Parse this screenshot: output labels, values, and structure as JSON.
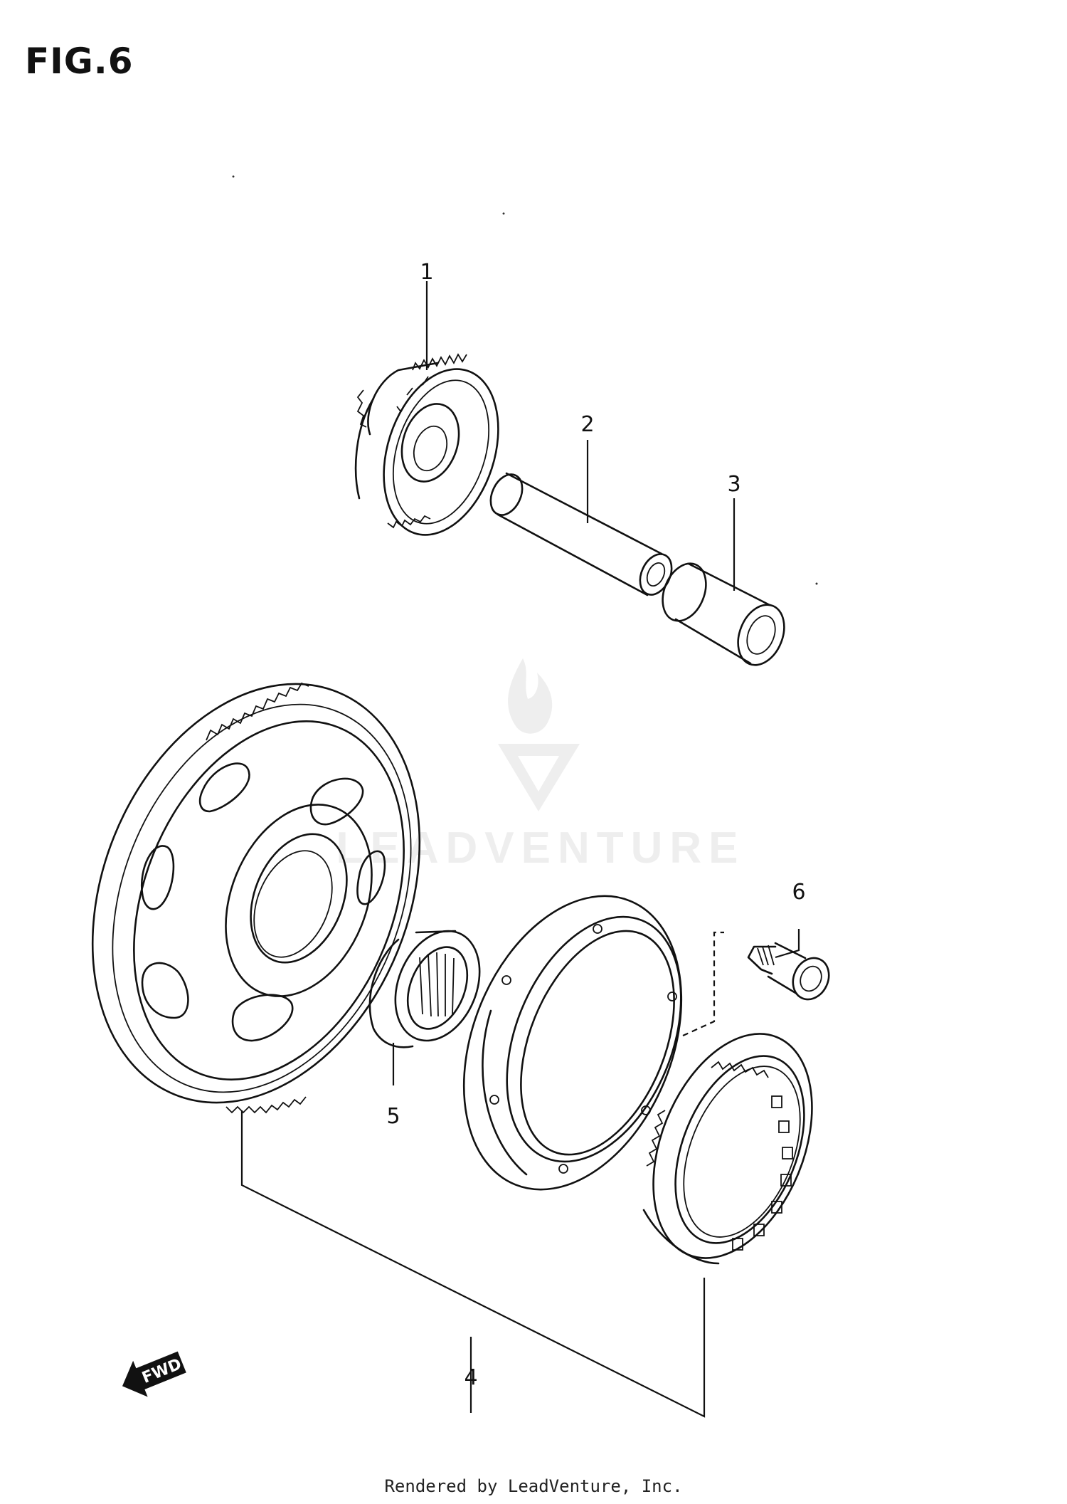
{
  "figure": {
    "title": "FIG.6"
  },
  "callouts": [
    {
      "id": "callout-1",
      "label": "1"
    },
    {
      "id": "callout-2",
      "label": "2"
    },
    {
      "id": "callout-3",
      "label": "3"
    },
    {
      "id": "callout-4",
      "label": "4"
    },
    {
      "id": "callout-5",
      "label": "5"
    },
    {
      "id": "callout-6",
      "label": "6"
    }
  ],
  "direction_arrow": {
    "label": "FWD",
    "icon": "forward-arrow-icon"
  },
  "watermark": {
    "text": "LEADVENTURE",
    "icon": "leadventure-logo-icon"
  },
  "footer": {
    "text": "Rendered by LeadVenture, Inc."
  }
}
